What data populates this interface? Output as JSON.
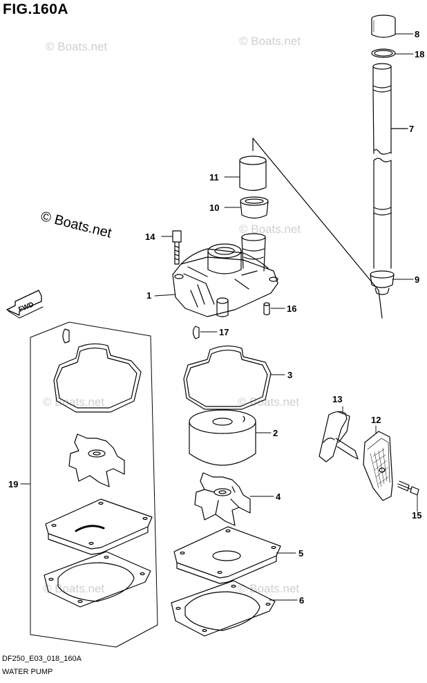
{
  "figure": {
    "title": "FIG.160A",
    "code": "DF250_E03_018_160A",
    "name": "WATER PUMP",
    "fwd_label": "FWD"
  },
  "watermarks": {
    "text": "© Boats.net",
    "bold_text": "© Boats.net"
  },
  "callouts": {
    "c1": "1",
    "c2": "2",
    "c3": "3",
    "c4": "4",
    "c5": "5",
    "c6": "6",
    "c7": "7",
    "c8": "8",
    "c9": "9",
    "c10": "10",
    "c11": "11",
    "c12": "12",
    "c13": "13",
    "c14": "14",
    "c15": "15",
    "c16": "16",
    "c17": "17",
    "c18": "18",
    "c19": "19"
  }
}
